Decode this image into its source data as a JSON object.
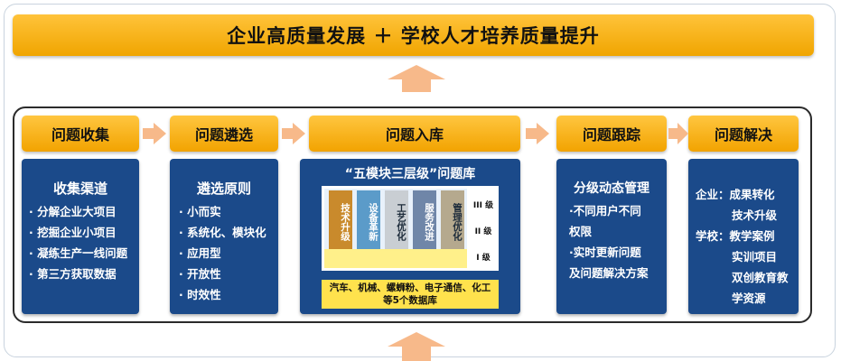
{
  "banner": {
    "title": "企业高质量发展 ＋ 学校人才培养质量提升"
  },
  "steps": [
    {
      "header": "问题收集",
      "panel_title": "收集渠道",
      "items": [
        "· 分解企业大项目",
        "· 挖掘企业小项目",
        "· 凝练生产一线问题",
        "· 第三方获取数据"
      ]
    },
    {
      "header": "问题遴选",
      "panel_title": "遴选原则",
      "items": [
        "· 小而实",
        "· 系统化、模块化",
        "· 应用型",
        "· 开放性",
        "· 时效性"
      ]
    },
    {
      "header": "问题入库",
      "panel_title": "“五模块三层级”问题库",
      "modules": [
        "技术升级",
        "设备革新",
        "工艺优化",
        "服务改进",
        "管理优化"
      ],
      "levels": [
        "III 级",
        "II 级",
        "I 级"
      ],
      "footer": [
        "汽车、机械、螺蛳粉、电子通信、化工",
        "等5个数据库"
      ]
    },
    {
      "header": "问题跟踪",
      "panel_title": "分级动态管理",
      "items": [
        "·不同用户不同",
        "权限",
        "·实时更新问题",
        "及问题解决方案"
      ]
    },
    {
      "header": "问题解决",
      "items": [
        "企业：成果转化",
        "技术升级",
        "学校：教学案例",
        "实训项目",
        "双创教育教",
        "学资源"
      ]
    }
  ],
  "colors": {
    "header": "#f2a300",
    "panel": "#1b4a8a",
    "arrow": "#f7b98a",
    "modules": [
      "#c98a2c",
      "#5b9bc9",
      "#c9ced3",
      "#6f86a8",
      "#b5a98e"
    ]
  }
}
